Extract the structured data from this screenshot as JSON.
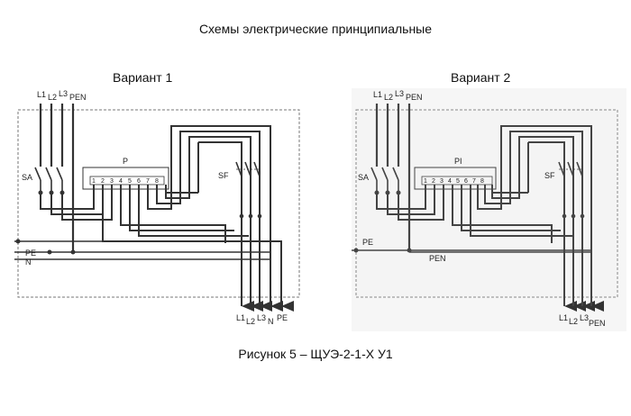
{
  "title": "Схемы электрические принципиальные",
  "caption": "Рисунок 5 – ЩУЭ-2-1-Х У1",
  "variants": [
    {
      "label": "Вариант 1",
      "inputs": [
        "L1",
        "L2",
        "L3",
        "PEN"
      ],
      "switch_label": "SA",
      "block_label": "P",
      "terminals": [
        "1",
        "2",
        "3",
        "4",
        "5",
        "6",
        "7",
        "8"
      ],
      "breaker_label": "SF",
      "bus_labels": [
        "PE",
        "N"
      ],
      "outputs": [
        "L1",
        "L2",
        "L3",
        "N",
        "PE"
      ]
    },
    {
      "label": "Вариант 2",
      "inputs": [
        "L1",
        "L2",
        "L3",
        "PEN"
      ],
      "switch_label": "SA",
      "block_label": "PI",
      "terminals": [
        "1",
        "2",
        "3",
        "4",
        "5",
        "6",
        "7",
        "8"
      ],
      "breaker_label": "SF",
      "bus_labels": [
        "PE",
        "PEN"
      ],
      "outputs": [
        "L1",
        "L2",
        "L3",
        "PEN"
      ]
    }
  ]
}
